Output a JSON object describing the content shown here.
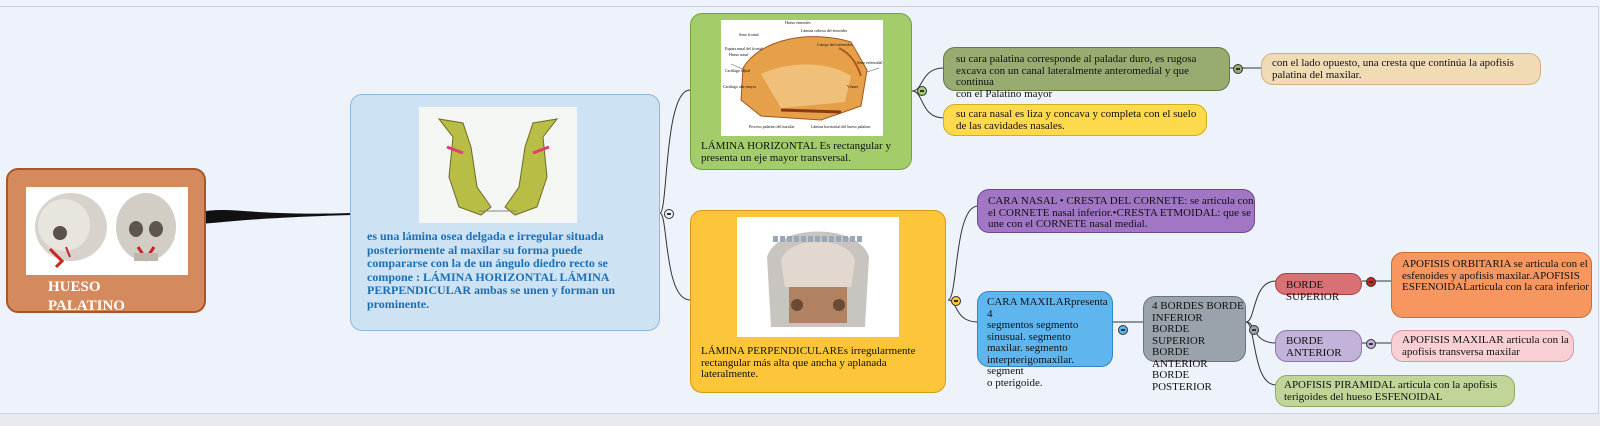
{
  "root": {
    "title": "HUESO\nPALATINO"
  },
  "central": {
    "description": "es una lámina osea delgada e irregular situada\nposteriormente al maxilar su forma puede\ncompararse con la de un ángulo diedro recto se\ncompone :  LÁMINA HORIZONTAL   LÁMINA\nPERPENDICULAR ambas se unen y forman un\nprominente."
  },
  "horizontal": {
    "text": "LÁMINA HORIZONTAL Es rectangular y\npresenta un eje mayor transversal.",
    "image_labels": [
      "Seno frontal",
      "Hueso etmoides",
      "Lámina cribosa del etmoides",
      "Espina nasal del frontal",
      "Hueso nasal",
      "Cuerpo del esfenoides",
      "Cartílago septal",
      "Seno esfenoidal",
      "Cartílago alar mayor",
      "Vómer",
      "Proceso palatino del maxilar",
      "Lámina horizontal del hueso palatino"
    ],
    "children": [
      {
        "text": "su cara palatina corresponde al paladar duro, es rugosa\nexcava con un canal lateralmente anteromedial y que continua\ncon el Palatino mayor"
      },
      {
        "text": "su cara nasal es liza y concava y completa con el suelo\nde las cavidades nasales."
      }
    ],
    "grandchild": {
      "text": "con el lado opuesto, una cresta que continúa la apofisis\npalatina del maxilar."
    }
  },
  "perpendicular": {
    "text": "LÁMINA PERPENDICULAREs irregularmente\nrectangular más alta que ancha y aplanada lateralmente.",
    "nasal": {
      "text": "CARA NASAL • CRESTA DEL CORNETE: se articula con\nel CORNETE nasal inferior.•CRESTA ETMOIDAL: que se\nune con el CORNETE nasal medial."
    },
    "maxilar": {
      "text": "CARA MAXILARpresenta 4\nsegmentos  segmento\nsinusual. segmento\nmaxilar. segmento\ninterpterigomaxilar. segment\no pterigoide."
    },
    "bordes": {
      "text": "4 BORDES  BORDE\nINFERIOR\n BORDE\n SUPERIOR\n BORDE\n ANTERIOR\n BORDE\n POSTERIOR"
    },
    "borde_superior": {
      "text": "BORDE\n SUPERIOR"
    },
    "borde_anterior": {
      "text": "BORDE\n ANTERIOR"
    },
    "apofisis_piramidal": {
      "text": "APOFISIS PIRAMIDAL articula con la apofisis\n terigoides del hueso ESFENOIDAL"
    },
    "apofisis_orbitaria": {
      "text": "APOFISIS ORBITARIA se articula con el\nesfenoides y apofisis maxilar.APOFISIS\nESFENOIDALarticula con la cara inferior"
    },
    "apofisis_maxilar": {
      "text": "APOFISIS MAXILAR articula con la\napofisis transversa maxilar"
    }
  },
  "colors": {
    "root": "#d48a5d",
    "central": "#cde2f2",
    "horizontal": "#a3cd6b",
    "perpendicular": "#fcc53a",
    "olive": "#98ab70",
    "yellow": "#fdd94c",
    "tan": "#f0dbb4",
    "purple": "#a176c4",
    "blue": "#5fb6ee",
    "gray": "#9aa3ab",
    "red": "#d97074",
    "lavender": "#c3b2d9",
    "green": "#c2d598",
    "orange": "#f7975f",
    "pink": "#f8cfd5"
  }
}
